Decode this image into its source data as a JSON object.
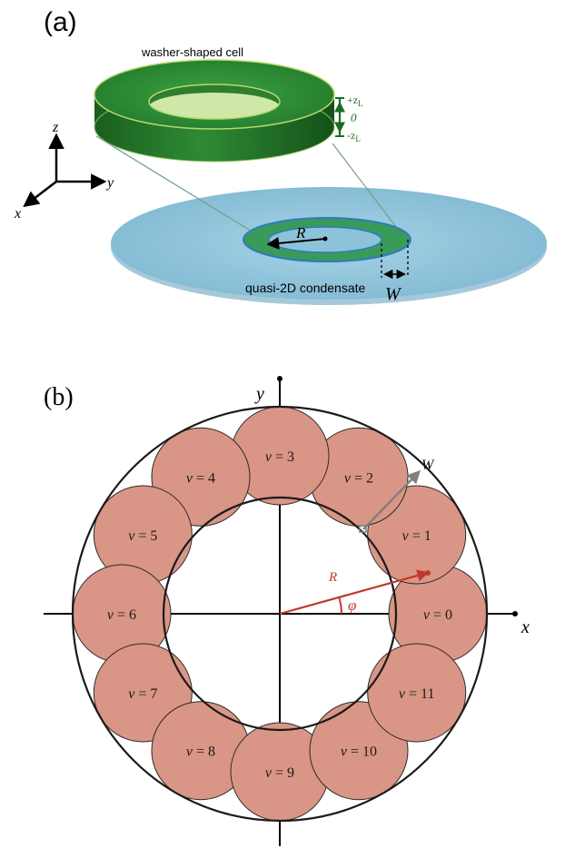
{
  "panel_a": {
    "label": "(a)",
    "cell_title": "washer-shaped cell",
    "z_plus": "+z",
    "z_zero": "0",
    "z_minus": "-z",
    "z_sub": "L",
    "axis_z": "z",
    "axis_y": "y",
    "axis_x": "x",
    "radius_label": "R",
    "width_label": "W",
    "condensate_label": "quasi-2D condensate",
    "colors": {
      "cell_green": "#1f7a2a",
      "condensate_blue": "#8dc3d9",
      "annulus_green": "#3a9a5a",
      "annulus_edge": "#2e7bbf"
    }
  },
  "panel_b": {
    "label": "(b)",
    "axis_x": "x",
    "axis_y": "y",
    "width_label": "W",
    "radius_label": "R",
    "angle_label": "φ",
    "nu_prefix": "ν = ",
    "cells": [
      "0",
      "1",
      "2",
      "3",
      "4",
      "5",
      "6",
      "7",
      "8",
      "9",
      "10",
      "11"
    ],
    "colors": {
      "cell_fill": "#d99585",
      "radius_red": "#c0392b",
      "width_gray": "#808080"
    }
  }
}
